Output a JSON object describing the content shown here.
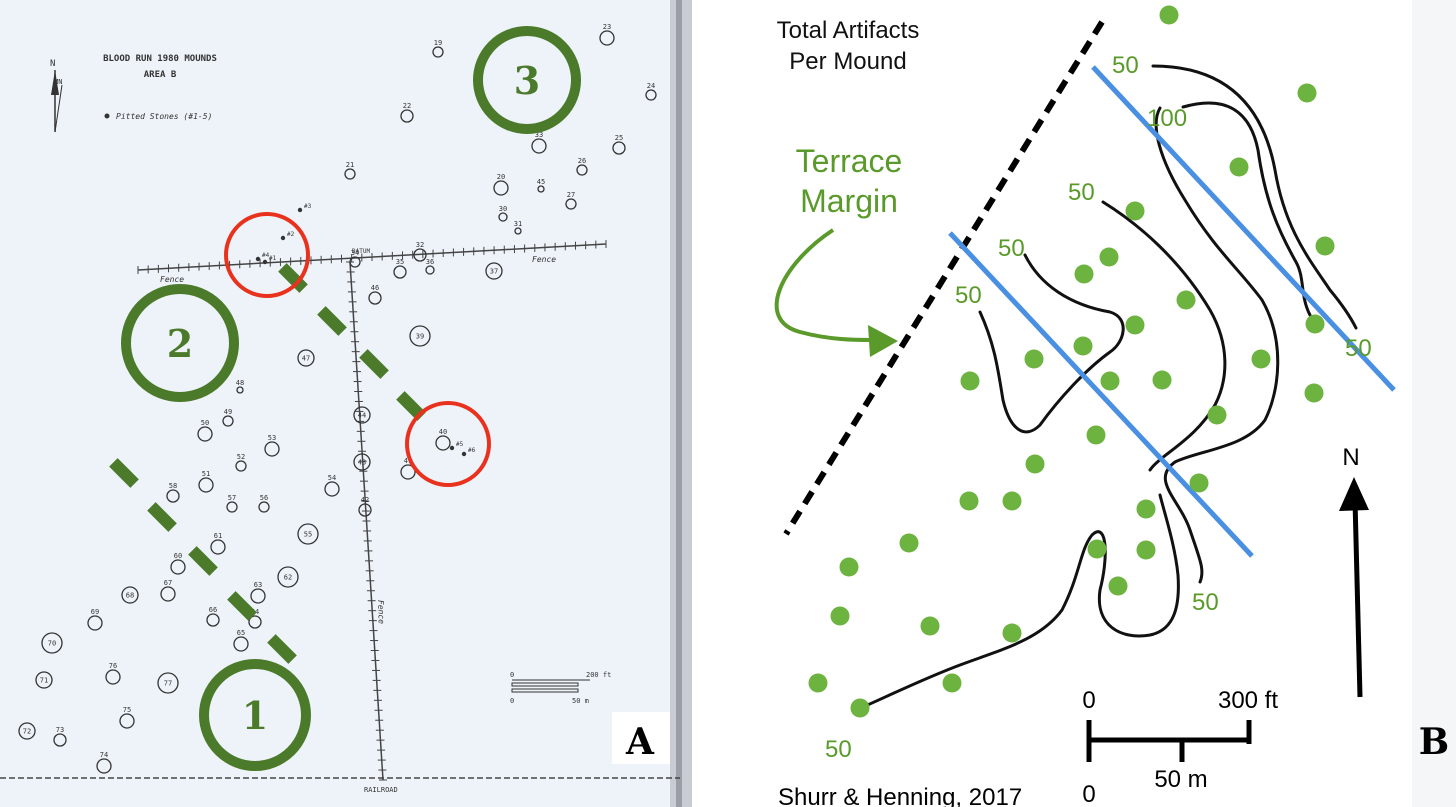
{
  "panel_a": {
    "title": "BLOOD RUN 1980 MOUNDS",
    "subtitle": "AREA B",
    "north": "N",
    "magnetic_north": "MN",
    "legend_label": "Pitted Stones (#1-5)",
    "fence_left": "Fence",
    "fence_right": "Fence",
    "fence_vertical": "Fence",
    "datum": "DATUM",
    "railroad": "RAILROAD",
    "scale_ft_zero": "0",
    "scale_ft": "200 ft",
    "scale_m_zero": "0",
    "scale_m": "50 m",
    "panel_letter": "A",
    "cluster_labels": [
      "1",
      "2",
      "3"
    ],
    "pitted_stone_labels": [
      "#1",
      "#2",
      "#3",
      "#4",
      "#5",
      "#6"
    ],
    "mound_numbers": [
      "19",
      "22",
      "23",
      "24",
      "25",
      "26",
      "27",
      "20",
      "21",
      "30",
      "31",
      "32",
      "33",
      "34",
      "35",
      "36",
      "37",
      "44",
      "45",
      "46",
      "47",
      "48",
      "49",
      "50",
      "51",
      "52",
      "53",
      "54",
      "55",
      "56",
      "57",
      "58",
      "60",
      "61",
      "62",
      "63",
      "64",
      "65",
      "66",
      "67",
      "68",
      "69",
      "70",
      "71",
      "72",
      "73",
      "74",
      "75",
      "76",
      "77",
      "40",
      "41",
      "42",
      "43",
      "39"
    ],
    "colors": {
      "cluster": "#4a7a2a",
      "highlight": "#e8321e",
      "mound_ink": "#333333"
    }
  },
  "panel_b": {
    "title_line1": "Total Artifacts",
    "title_line2": "Per Mound",
    "terrace_line1": "Terrace",
    "terrace_line2": "Margin",
    "north": "N",
    "contour_labels": [
      "50",
      "100",
      "50",
      "50",
      "50",
      "50",
      "50",
      "50"
    ],
    "scale_ft_zero": "0",
    "scale_ft": "300 ft",
    "scale_m_zero": "0",
    "scale_m": "50 m",
    "credit": "Shurr & Henning, 2017",
    "panel_letter": "B",
    "colors": {
      "mound_dot": "#6db33f",
      "text_green": "#5a9a2a",
      "transect": "#4a90e2",
      "contour": "#111111"
    }
  }
}
